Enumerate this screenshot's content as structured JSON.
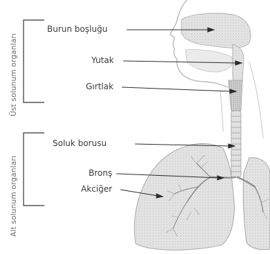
{
  "groups": {
    "upper": "Üst solunum organları",
    "lower": "Alt solunum organları"
  },
  "labels": {
    "nasal_cavity": "Burun boşluğu",
    "pharynx": "Yutak",
    "larynx": "Gırtlak",
    "trachea": "Soluk borusu",
    "bronchus": "Bronş",
    "lung": "Akciğer"
  },
  "colors": {
    "ink": "#3a3a3a",
    "organ_fill": "#d9d9d9",
    "outline": "#9a9a9a"
  }
}
